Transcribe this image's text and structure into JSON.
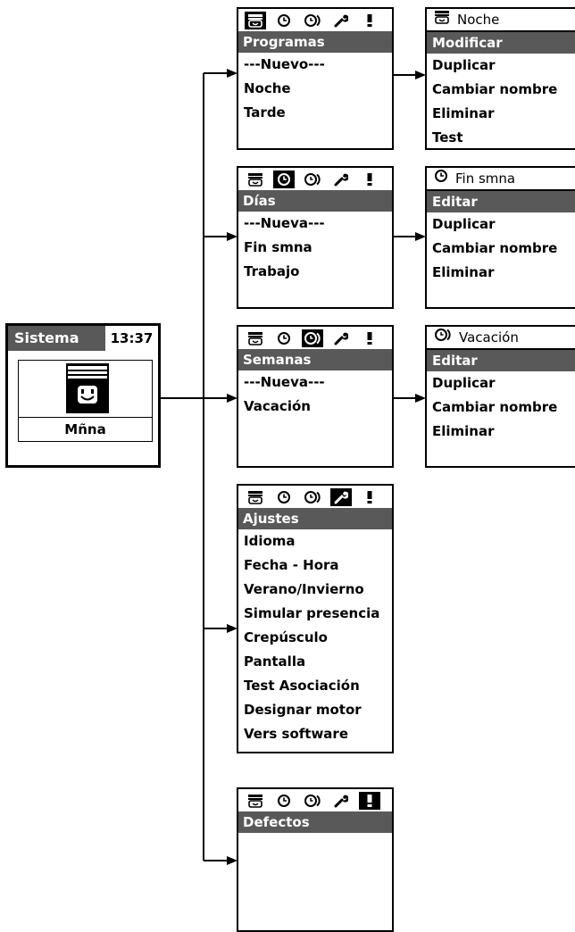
{
  "home": {
    "title": "Sistema",
    "time": "13:37",
    "mode_label": "Mñna"
  },
  "icons": [
    "programs-icon",
    "days-clock-icon",
    "weeks-icon",
    "wrench-icon",
    "alert-icon"
  ],
  "menus": [
    {
      "id": "programas",
      "title": "Programas",
      "selected_icon": 0,
      "items": [
        "---Nuevo---",
        "Noche",
        "Tarde"
      ]
    },
    {
      "id": "dias",
      "title": "Días",
      "selected_icon": 1,
      "items": [
        "---Nueva---",
        "Fin smna",
        "Trabajo"
      ]
    },
    {
      "id": "semanas",
      "title": "Semanas",
      "selected_icon": 2,
      "items": [
        "---Nueva---",
        "Vacación"
      ]
    },
    {
      "id": "ajustes",
      "title": "Ajustes",
      "selected_icon": 3,
      "items": [
        "Idioma",
        "Fecha - Hora",
        "Verano/Invierno",
        "Simular presencia",
        "Crepúsculo",
        "Pantalla",
        "Test Asociación",
        "Designar motor",
        "Vers software"
      ]
    },
    {
      "id": "defectos",
      "title": "Defectos",
      "selected_icon": 4,
      "items": []
    }
  ],
  "details": [
    {
      "id": "noche",
      "icon": "programs-icon",
      "header": "Noche",
      "title": "Modificar",
      "items": [
        "Duplicar",
        "Cambiar nombre",
        "Eliminar",
        "Test"
      ]
    },
    {
      "id": "fin-smna",
      "icon": "days-clock-icon",
      "header": "Fin smna",
      "title": "Editar",
      "items": [
        "Duplicar",
        "Cambiar nombre",
        "Eliminar"
      ]
    },
    {
      "id": "vacacion",
      "icon": "weeks-icon",
      "header": "Vacación",
      "title": "Editar",
      "items": [
        "Duplicar",
        "Cambiar nombre",
        "Eliminar"
      ]
    }
  ]
}
